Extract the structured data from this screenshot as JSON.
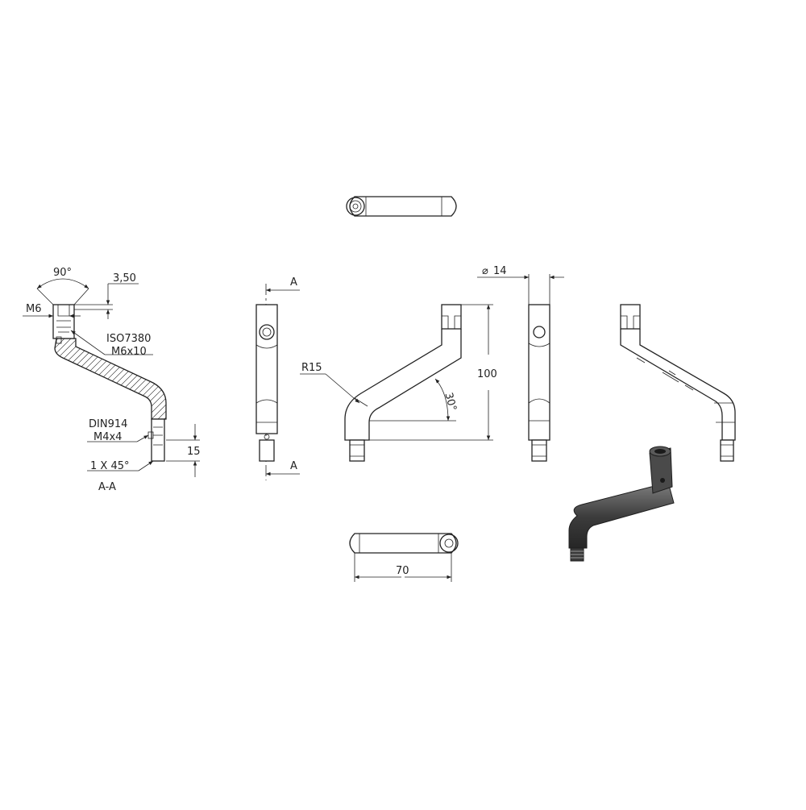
{
  "drawing": {
    "dimensions": {
      "angle_countersink": "90°",
      "depth_countersink": "3,50",
      "thread_top": "M6",
      "set_screw_std": "ISO7380",
      "set_screw_size": "M6x10",
      "grub_screw_std": "DIN914",
      "grub_screw_size": "M4x4",
      "chamfer": "1 X 45°",
      "stud_length": "15",
      "bend_radius": "R15",
      "arm_angle": "30°",
      "height": "100",
      "diameter": "14",
      "diameter_symbol": "⌀",
      "offset": "70"
    },
    "section": {
      "marker": "A",
      "title": "A-A"
    },
    "colors": {
      "line": "#222222",
      "render_body": "#4a4a4a"
    }
  }
}
